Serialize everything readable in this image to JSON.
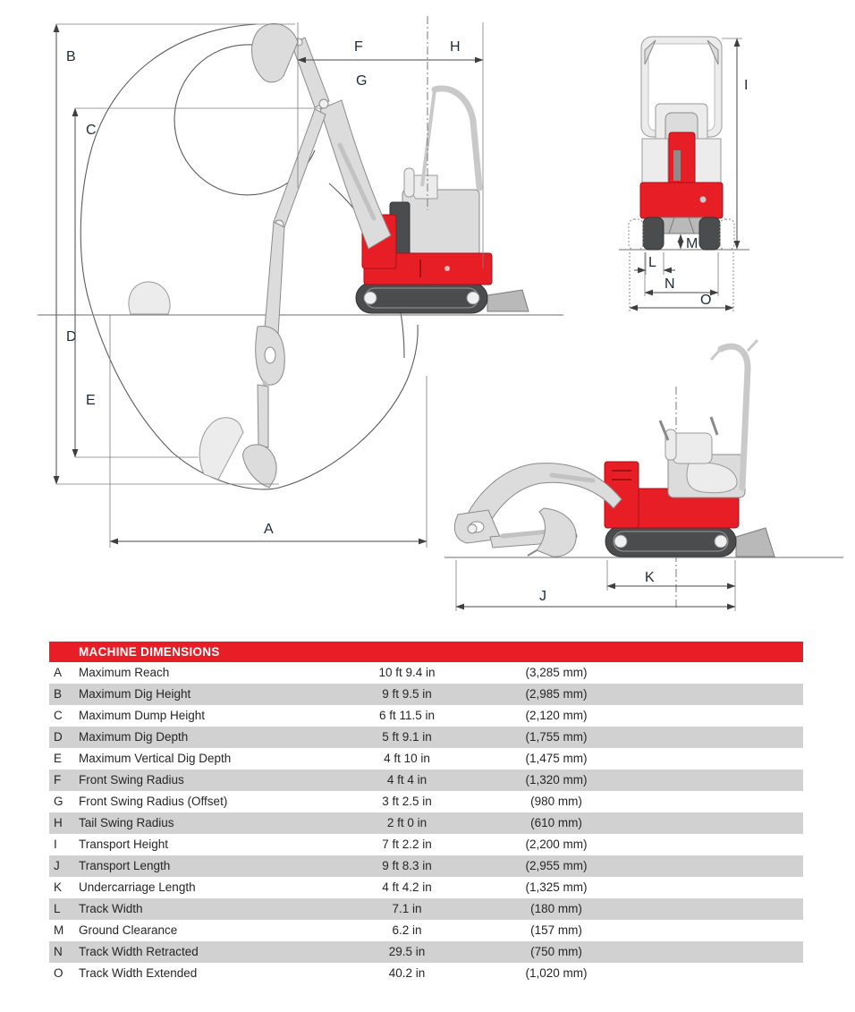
{
  "diagrams": {
    "working_range": {
      "title": "working-range side view",
      "labels": {
        "A": "A",
        "B": "B",
        "C": "C",
        "D": "D",
        "E": "E",
        "F": "F",
        "G": "G",
        "H": "H"
      }
    },
    "front_view": {
      "title": "front view",
      "labels": {
        "I": "I",
        "L": "L",
        "M": "M",
        "N": "N",
        "O": "O"
      }
    },
    "transport_view": {
      "title": "transport side view",
      "labels": {
        "J": "J",
        "K": "K"
      }
    }
  },
  "table": {
    "header": "MACHINE DIMENSIONS",
    "rows": [
      {
        "key": "A",
        "label": "Maximum Reach",
        "imperial": "10 ft 9.4 in",
        "metric": "(3,285 mm)"
      },
      {
        "key": "B",
        "label": "Maximum Dig Height",
        "imperial": "9 ft 9.5 in",
        "metric": "(2,985 mm)"
      },
      {
        "key": "C",
        "label": "Maximum Dump Height",
        "imperial": "6 ft 11.5 in",
        "metric": "(2,120 mm)"
      },
      {
        "key": "D",
        "label": "Maximum Dig Depth",
        "imperial": "5 ft 9.1 in",
        "metric": "(1,755 mm)"
      },
      {
        "key": "E",
        "label": "Maximum Vertical Dig Depth",
        "imperial": "4 ft 10 in",
        "metric": "(1,475 mm)"
      },
      {
        "key": "F",
        "label": "Front Swing Radius",
        "imperial": "4 ft 4 in",
        "metric": "(1,320 mm)"
      },
      {
        "key": "G",
        "label": "Front Swing Radius (Offset)",
        "imperial": "3 ft 2.5 in",
        "metric": "(980 mm)"
      },
      {
        "key": "H",
        "label": "Tail Swing Radius",
        "imperial": "2 ft 0 in",
        "metric": "(610 mm)"
      },
      {
        "key": "I",
        "label": "Transport Height",
        "imperial": "7 ft 2.2 in",
        "metric": "(2,200 mm)"
      },
      {
        "key": "J",
        "label": "Transport Length",
        "imperial": "9 ft 8.3 in",
        "metric": "(2,955 mm)"
      },
      {
        "key": "K",
        "label": "Undercarriage Length",
        "imperial": "4 ft 4.2 in",
        "metric": "(1,325 mm)"
      },
      {
        "key": "L",
        "label": "Track Width",
        "imperial": "7.1 in",
        "metric": "(180 mm)"
      },
      {
        "key": "M",
        "label": "Ground Clearance",
        "imperial": "6.2 in",
        "metric": "(157 mm)"
      },
      {
        "key": "N",
        "label": "Track Width Retracted",
        "imperial": "29.5 in",
        "metric": "(750 mm)"
      },
      {
        "key": "O",
        "label": "Track Width Extended",
        "imperial": "40.2 in",
        "metric": "(1,020 mm)"
      }
    ]
  },
  "colors": {
    "accent_red": "#e81e26",
    "row_gray": "#d1d1d1",
    "header_text": "#ffffff",
    "body_text": "#262626",
    "dim_label": "#1e2a36",
    "machine_red": "#e81e26",
    "track_dark": "#4b4c4e",
    "line_gray": "#5c5c5c"
  }
}
